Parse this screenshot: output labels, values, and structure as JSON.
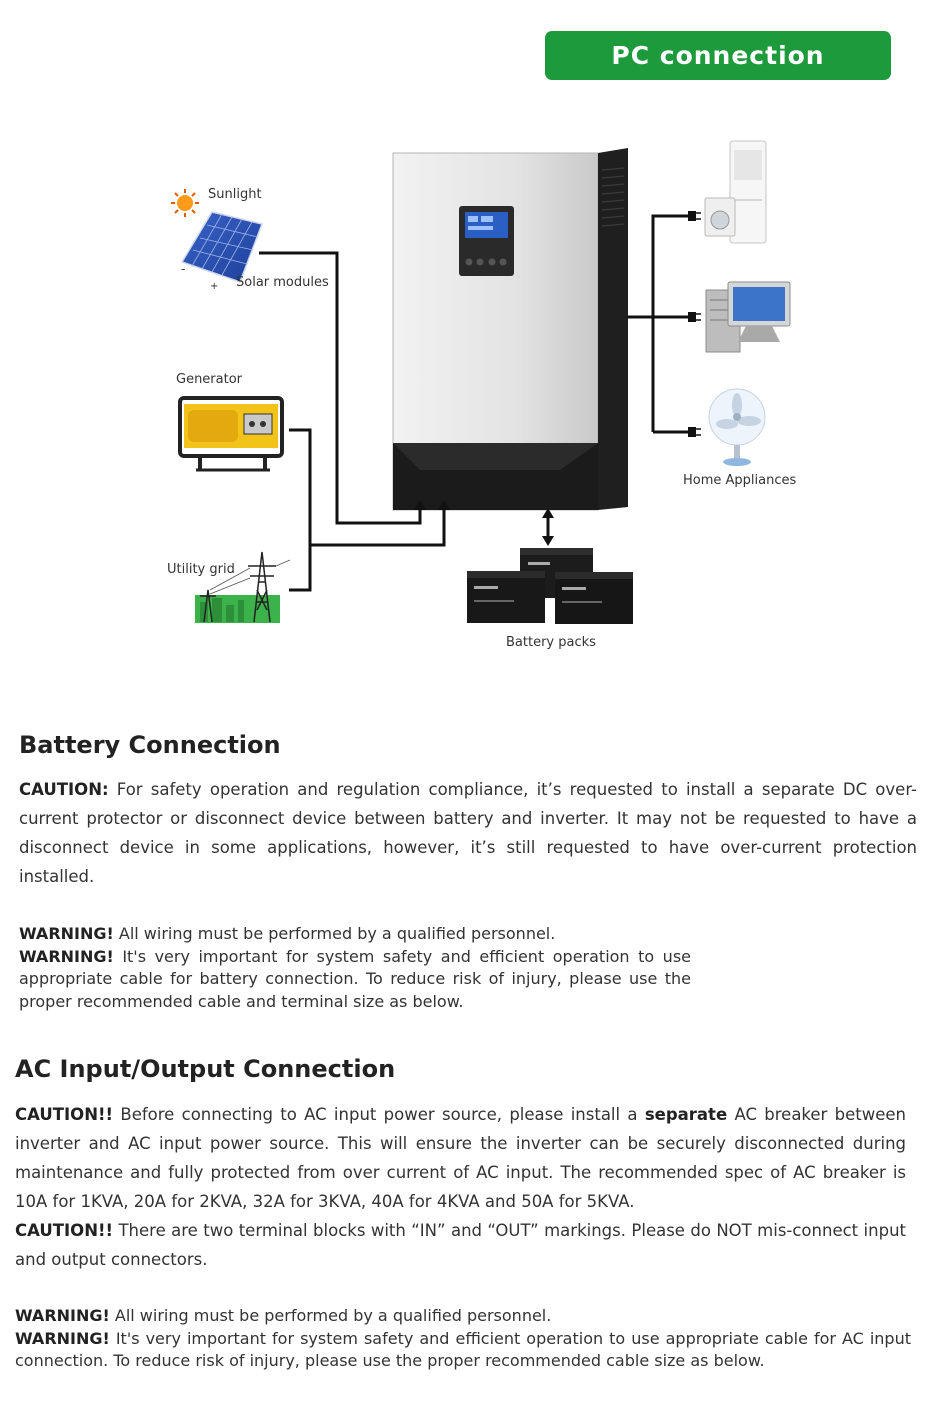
{
  "header": {
    "badge": "PC connection"
  },
  "diagram": {
    "sunlight": "Sunlight",
    "solar_modules": "Solar modules",
    "generator": "Generator",
    "utility_grid": "Utility grid",
    "home_appliances": "Home Appliances",
    "battery_packs": "Battery packs",
    "solar_minus": "-",
    "solar_plus": "+"
  },
  "battery_section": {
    "title": "Battery Connection",
    "caution_label": "CAUTION:",
    "caution_text": " For safety operation and regulation compliance, it’s requested to install a separate DC over-current protector or disconnect device between battery and inverter. It may not be requested to have a disconnect device in some applications, however, it’s still requested to have over-current protection installed.",
    "warning1_label": "WARNING!",
    "warning1_text": " All wiring must be performed by a qualified personnel.",
    "warning2_label": "WARNING!",
    "warning2_text": " It's very important for system safety and efficient operation to use appropriate cable for battery connection. To reduce risk of injury, please use the proper recommended cable and terminal size as below."
  },
  "ac_section": {
    "title": "AC Input/Output Connection",
    "caution1_label": "CAUTION!!",
    "caution1_text_a": " Before connecting to AC input power source, please install a ",
    "caution1_bold": "separate",
    "caution1_text_b": " AC breaker between inverter and AC input power source. This will ensure the inverter can be securely disconnected during maintenance and fully protected from over current of AC input. The recommended spec of AC breaker is 10A for 1KVA, 20A for 2KVA, 32A for 3KVA, 40A for 4KVA and 50A for 5KVA.",
    "caution2_label": "CAUTION!!",
    "caution2_text": " There are two terminal blocks with “IN” and “OUT” markings. Please do NOT mis-connect input and output connectors.",
    "warning1_label": "WARNING!",
    "warning1_text": " All wiring must be performed by a qualified personnel.",
    "warning2_label": "WARNING!",
    "warning2_text": " It's very important for system safety and efficient operation to use appropriate cable for AC input connection. To reduce risk of injury, please use the proper recommended cable size as below."
  },
  "colors": {
    "badge_green": "#1c9a3c",
    "wire": "#111111",
    "text": "#333333"
  }
}
